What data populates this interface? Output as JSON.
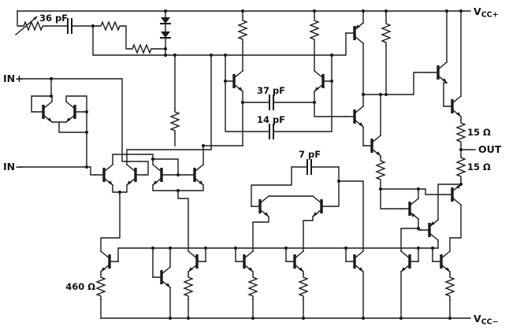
{
  "schematic": {
    "kind": "op-amp equivalent transistor-level circuit",
    "labels": {
      "vcc_prefix": "V",
      "vcc_plus_sub": "CC+",
      "vcc_minus_sub": "CC−",
      "in_plus": "IN+",
      "in_minus": "IN−",
      "out": "OUT"
    },
    "components": {
      "cap_36": "36 pF",
      "cap_37": "37 pF",
      "cap_14": "14 pF",
      "cap_7": "7 pF",
      "res_out_top": "15 Ω",
      "res_out_bottom": "15 Ω",
      "res_tail": "460 Ω"
    },
    "colors": {
      "ink": "#1a1a1a",
      "background": "#ffffff"
    }
  }
}
